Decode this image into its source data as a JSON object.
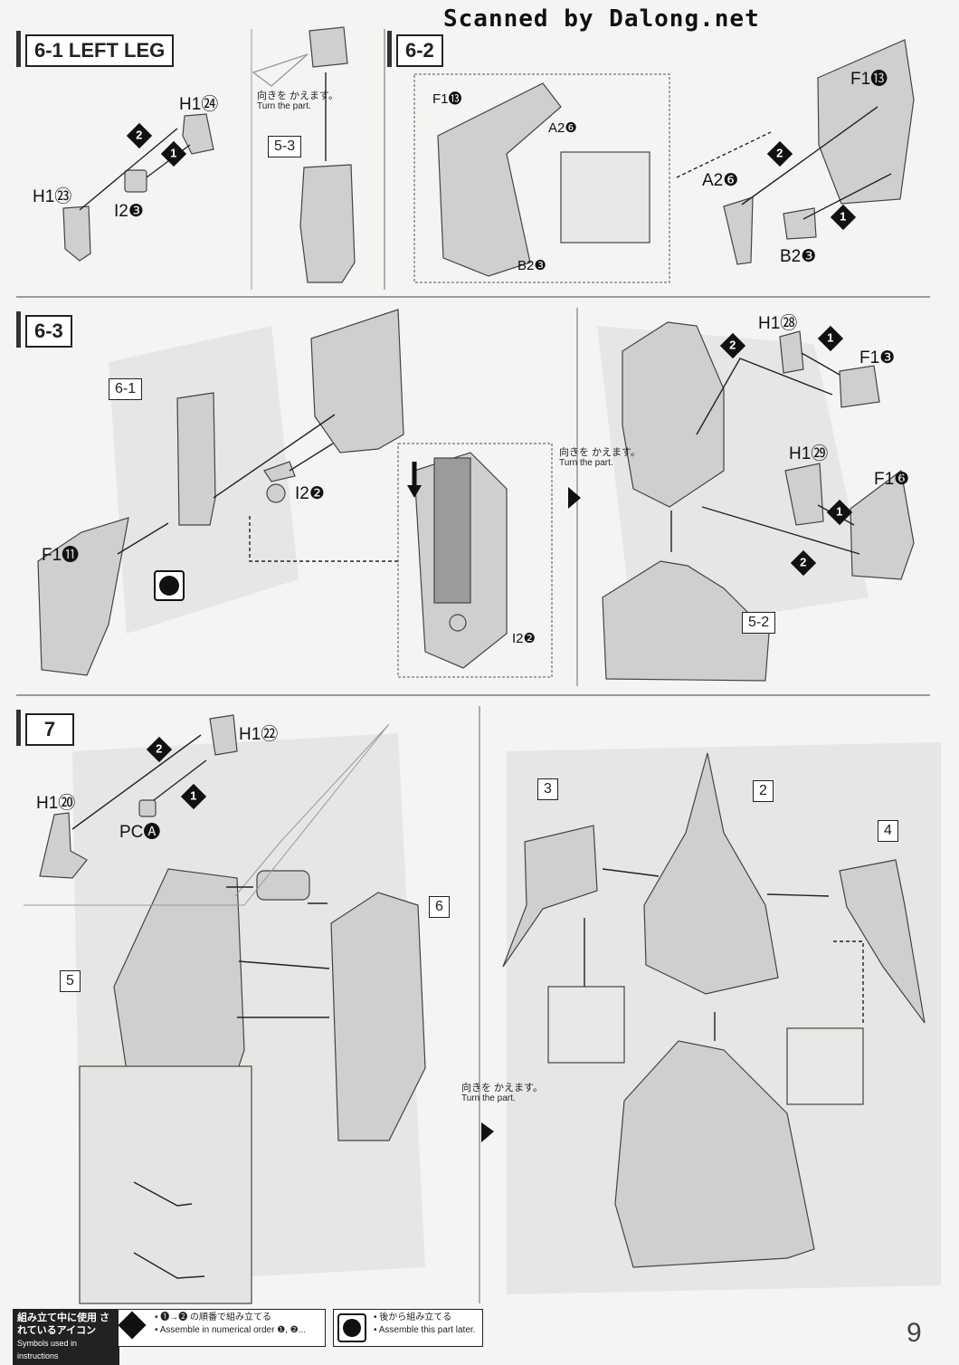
{
  "watermark": "Scanned by Dalong.net",
  "steps": {
    "s6_1": {
      "title": "6-1 LEFT LEG",
      "parts": [
        "H1㉔",
        "H1㉓",
        "I2❸"
      ],
      "ref": "5-3",
      "turn_jp": "向きを かえます。",
      "turn_en": "Turn the part."
    },
    "s6_2": {
      "title": "6-2",
      "parts": [
        "F1⓭",
        "A2❻",
        "B2❸",
        "F1⓭",
        "A2❻",
        "B2❸"
      ]
    },
    "s6_3": {
      "title": "6-3",
      "parts": [
        "F1⓫",
        "I2❷",
        "I2❷",
        "H1㉘",
        "F1❸",
        "H1㉙",
        "F1❻"
      ],
      "refs": [
        "6-1",
        "5-2"
      ],
      "turn_jp": "向きを かえます。",
      "turn_en": "Turn the part."
    },
    "s7": {
      "title": "7",
      "parts": [
        "H1㉒",
        "H1⑳",
        "PC🅐"
      ],
      "refs": [
        "5",
        "6",
        "2",
        "3",
        "4"
      ],
      "turn_jp": "向きを かえます。",
      "turn_en": "Turn the part."
    }
  },
  "badges": [
    "1",
    "2"
  ],
  "footer": {
    "label_jp": "組み立て中に使用 されているアイコン",
    "label_en": "Symbols used in instructions",
    "icon1_jp": "• ❶→❷ の順番で組み立てる",
    "icon1_en": "• Assemble in numerical order ❶, ❷...",
    "icon2_jp": "• 後から組み立てる",
    "icon2_en": "• Assemble this part later."
  },
  "page_number": "9"
}
